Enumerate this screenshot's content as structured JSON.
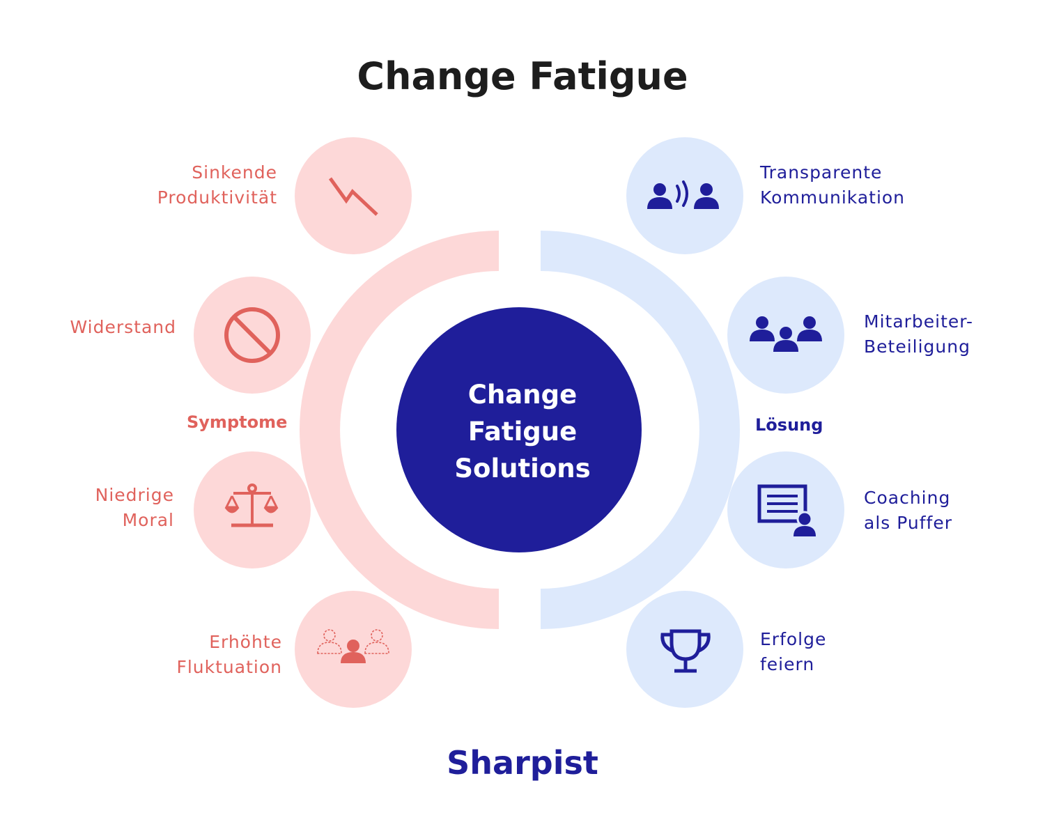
{
  "title": "Change Fatigue",
  "center": {
    "lines": [
      "Change",
      "Fatigue",
      "Solutions"
    ]
  },
  "symptoms": {
    "label": "Symptome",
    "items": [
      {
        "lines": [
          "Sinkende",
          "Produktivität"
        ],
        "icon": "trend-down-icon"
      },
      {
        "lines": [
          "Widerstand"
        ],
        "icon": "prohibited-icon"
      },
      {
        "lines": [
          "Niedrige",
          "Moral"
        ],
        "icon": "scale-icon"
      },
      {
        "lines": [
          "Erhöhte",
          "Fluktuation"
        ],
        "icon": "turnover-icon"
      }
    ]
  },
  "solutions": {
    "label": "Lösung",
    "items": [
      {
        "lines": [
          "Transparente",
          "Kommunikation"
        ],
        "icon": "communication-icon"
      },
      {
        "lines": [
          "Mitarbeiter-",
          "Beteiligung"
        ],
        "icon": "team-icon"
      },
      {
        "lines": [
          "Coaching",
          "als Puffer"
        ],
        "icon": "coaching-board-icon"
      },
      {
        "lines": [
          "Erfolge",
          "feiern"
        ],
        "icon": "trophy-icon"
      }
    ]
  },
  "brand": "Sharpist",
  "colors": {
    "red": "#e0625c",
    "red_light": "#fdd8d8",
    "blue": "#1f1e9a",
    "blue_light": "#dde9fc",
    "title": "#1d1d1d"
  }
}
